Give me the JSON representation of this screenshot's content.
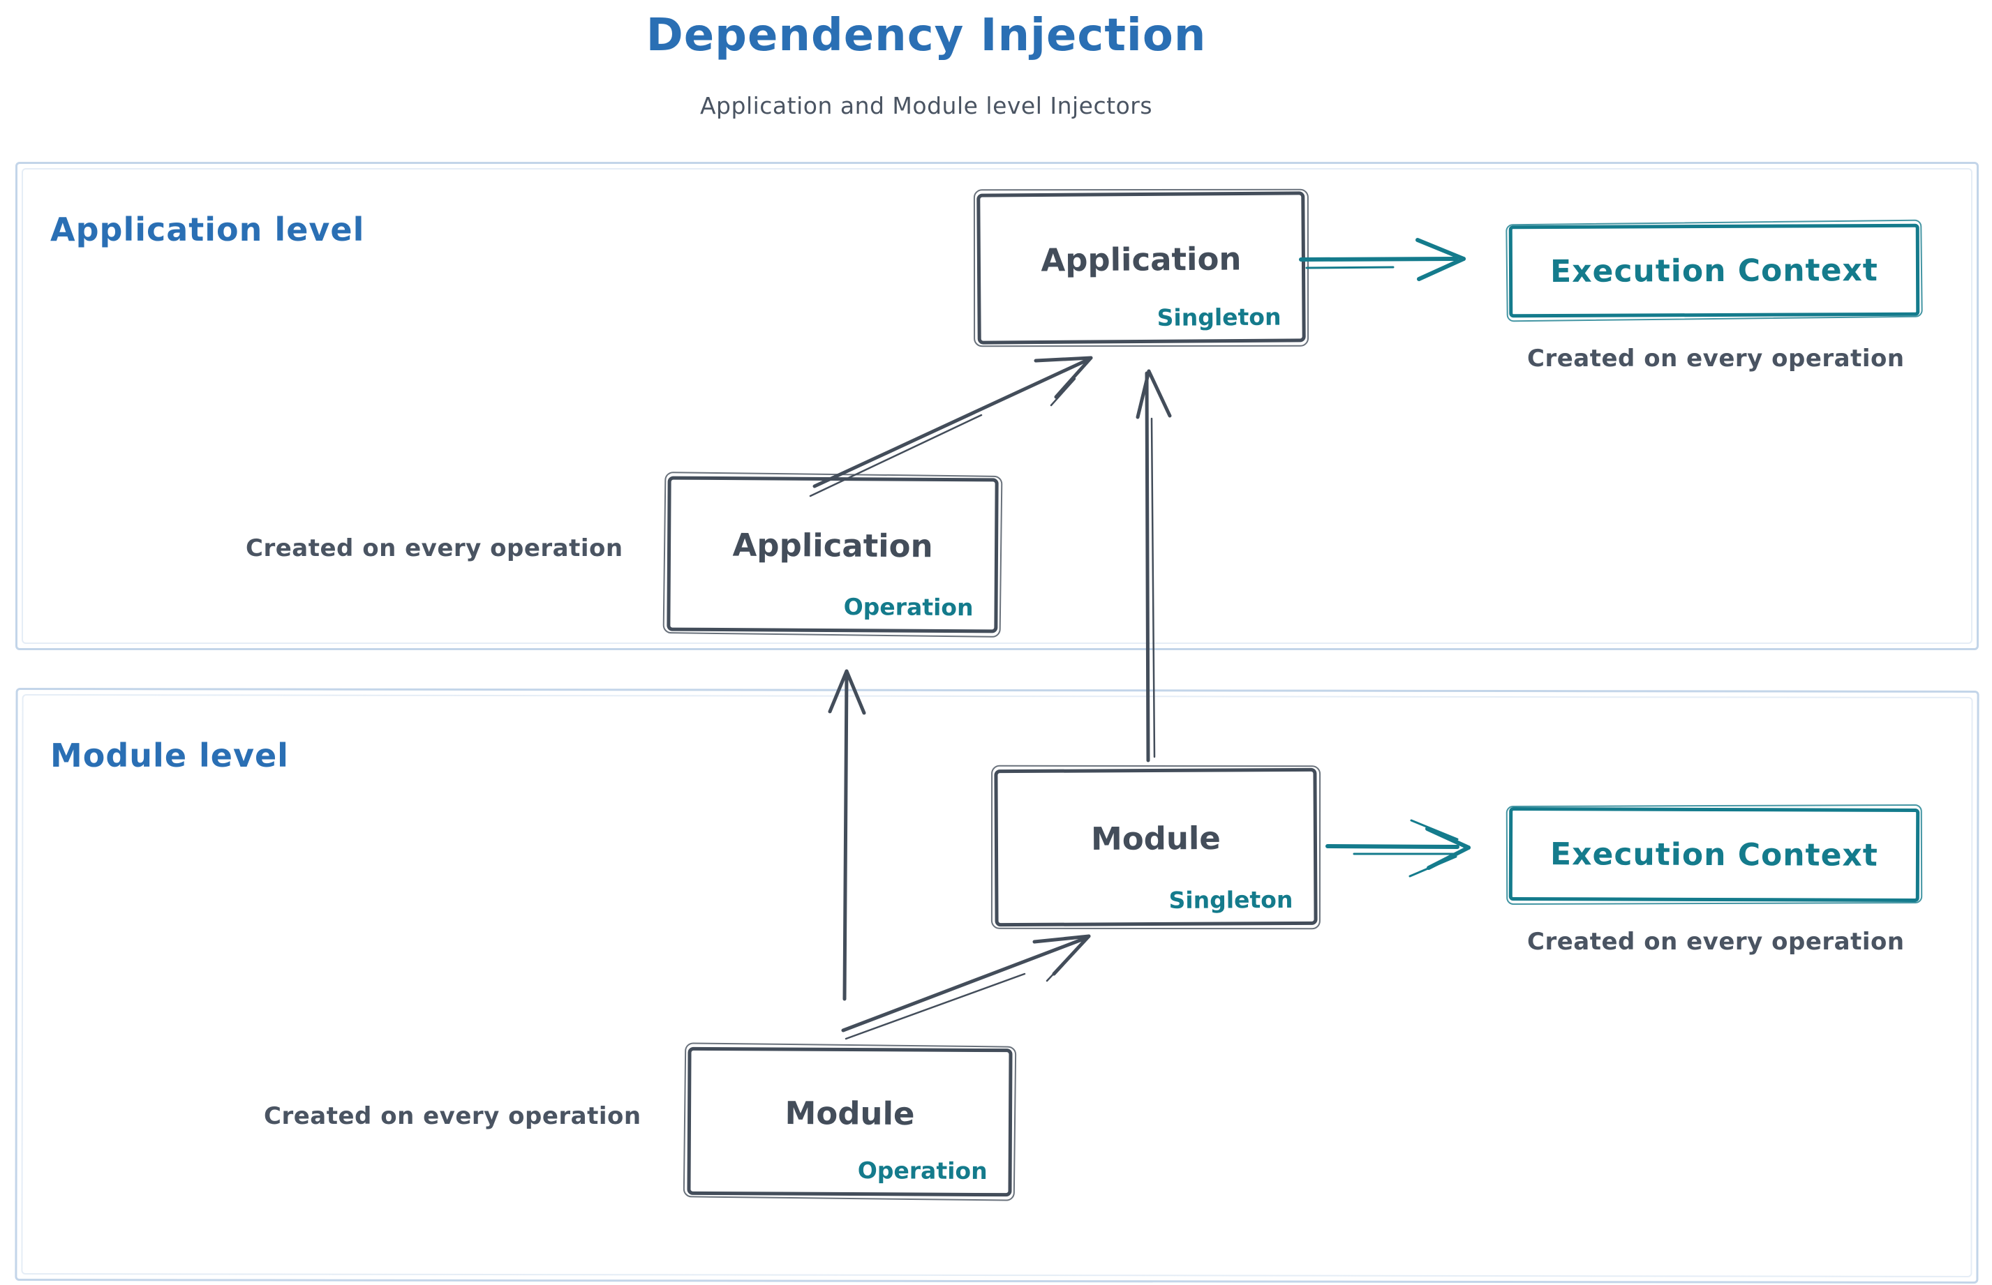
{
  "colors": {
    "blue": "#2a6fb4",
    "ink": "#434d5a",
    "teal": "#147b8c",
    "frame": "#c3d5e9",
    "frame_soft": "#dfe9f4",
    "caption": "#4a5462",
    "background": "#ffffff"
  },
  "header": {
    "title": "Dependency Injection",
    "subtitle": "Application and Module level Injectors"
  },
  "application_level": {
    "label": "Application level",
    "singleton_box": {
      "title": "Application",
      "badge": "Singleton"
    },
    "operation_box": {
      "title": "Application",
      "badge": "Operation"
    },
    "operation_caption": "Created on every operation",
    "execution_context": {
      "label": "Execution Context",
      "caption": "Created on every operation"
    }
  },
  "module_level": {
    "label": "Module level",
    "singleton_box": {
      "title": "Module",
      "badge": "Singleton"
    },
    "operation_box": {
      "title": "Module",
      "badge": "Operation"
    },
    "operation_caption": "Created on every operation",
    "execution_context": {
      "label": "Execution Context",
      "caption": "Created on every operation"
    }
  }
}
